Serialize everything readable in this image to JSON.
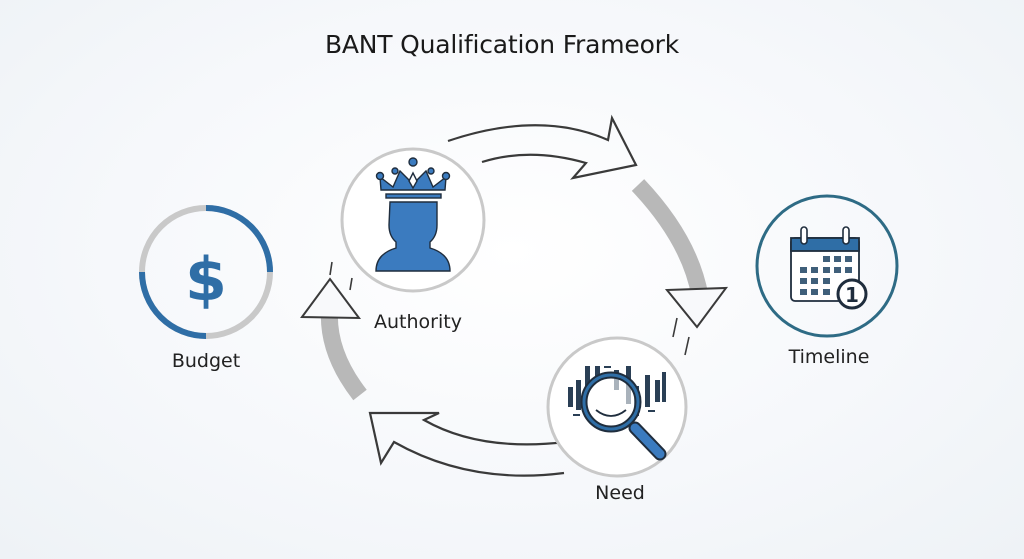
{
  "title": "BANT Qualification Frameork",
  "colors": {
    "accent_blue": "#2f6ea6",
    "dark_outline": "#1f2d3d",
    "ring_gray": "#c9c9c9",
    "arrow_gray": "#b8b8b8",
    "outline_arrow": "#3a3a3a"
  },
  "nodes": [
    {
      "id": "budget",
      "label": "Budget",
      "icon": "dollar-icon"
    },
    {
      "id": "authority",
      "label": "Authority",
      "icon": "crown-person-icon"
    },
    {
      "id": "timeline",
      "label": "Timeline",
      "icon": "calendar-icon",
      "badge": "1"
    },
    {
      "id": "need",
      "label": "Need",
      "icon": "magnifier-chart-icon"
    }
  ]
}
